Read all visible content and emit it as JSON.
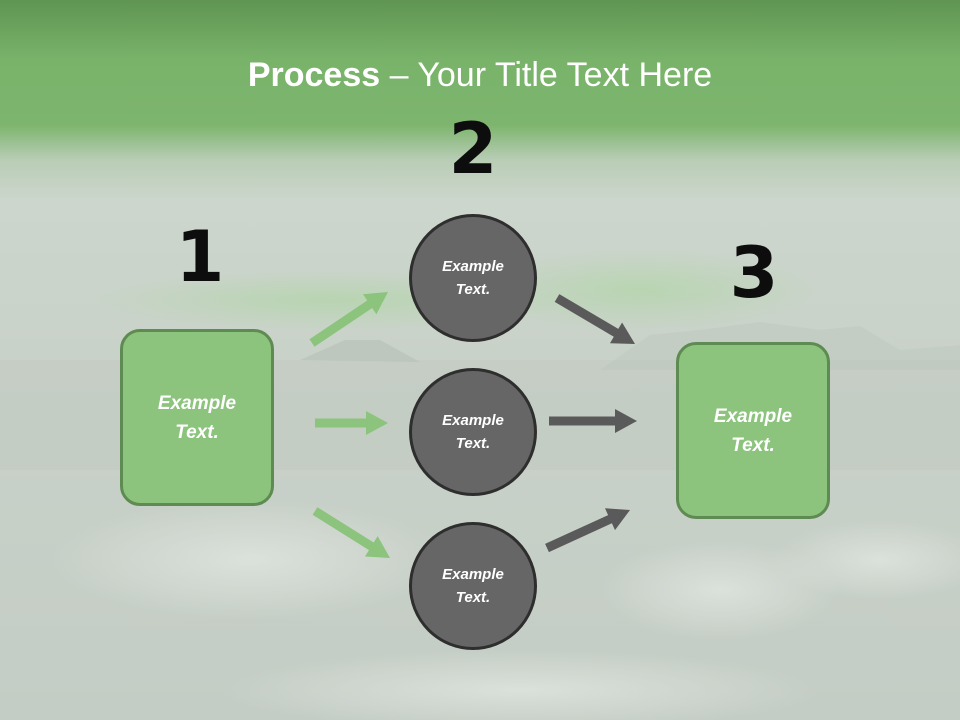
{
  "title": {
    "bold": "Process",
    "rest": " – Your Title Text Here"
  },
  "steps": [
    {
      "number": "1",
      "label": "Example\nText."
    },
    {
      "number": "2",
      "labels": [
        "Example\nText.",
        "Example\nText.",
        "Example\nText."
      ]
    },
    {
      "number": "3",
      "label": "Example\nText."
    }
  ],
  "colors": {
    "green_box": "#8cc37d",
    "green_arrow": "#8cc37d",
    "gray_circle": "#666666",
    "gray_arrow": "#5a5a5a",
    "header": "#79b36a"
  }
}
